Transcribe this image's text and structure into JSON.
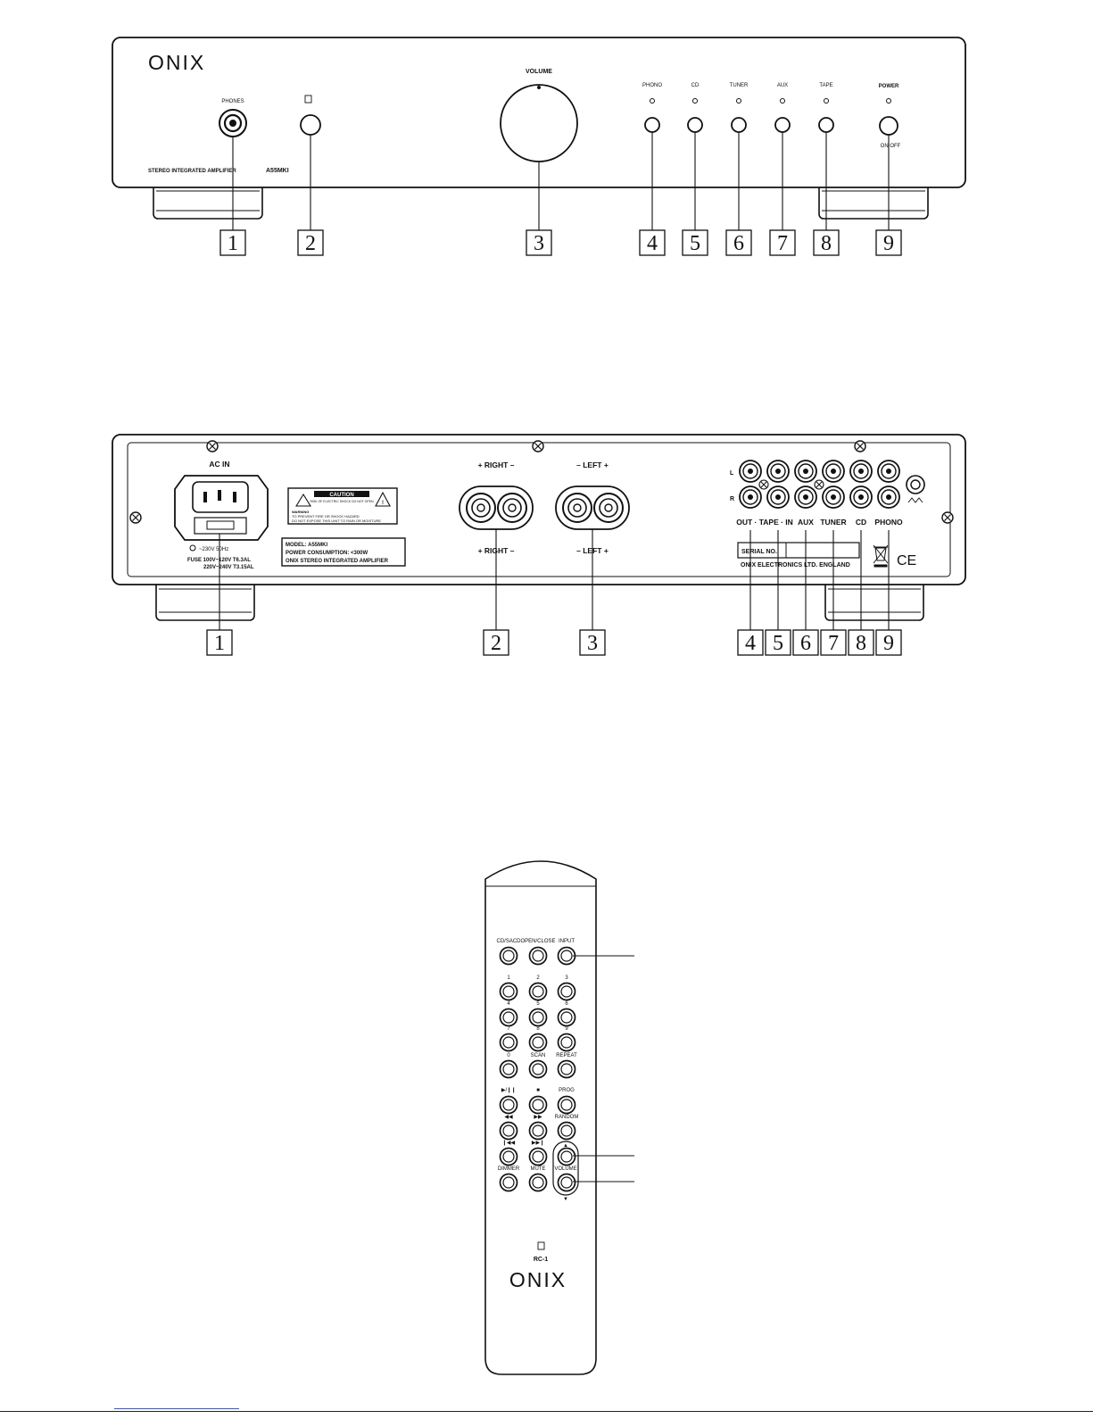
{
  "front_panel": {
    "brand": "ONIX",
    "model_line": "STEREO INTEGRATED AMPLIFIER",
    "model": "A55MKI",
    "phones_label": "PHONES",
    "volume_label": "VOLUME",
    "inputs": [
      "PHONO",
      "CD",
      "TUNER",
      "AUX",
      "TAPE"
    ],
    "power_label": "POWER",
    "power_states": "ON  OFF",
    "callouts": [
      "1",
      "2",
      "3",
      "4",
      "5",
      "6",
      "7",
      "8",
      "9"
    ]
  },
  "rear_panel": {
    "ac_in_label": "AC IN",
    "voltage_label": "~230V 50Hz",
    "fuse_line1": "FUSE 100V~120V T6.3AL",
    "fuse_line2": "220V~240V T3.15AL",
    "caution_title": "CAUTION",
    "caution_sub": "RISK OF ELECTRIC SHOCK DO NOT OPEN",
    "warning_title": "WARNING",
    "warning_line1": "TO PREVENT FIRE OR SHOCK HAZARD",
    "warning_line2": "DO NOT EXPOSE THIS UNIT TO RAIN OR MOISTURE",
    "model_line": "MODEL: A55MKI",
    "power_consumption": "POWER CONSUMPTION: <300W",
    "product_line": "ONIX STEREO INTEGRATED AMPLIFIER",
    "right_label": "+  RIGHT  –",
    "left_label": "–  LEFT  +",
    "channel_l": "L",
    "channel_r": "R",
    "input_labels": [
      "OUT · TAPE · IN",
      "AUX",
      "TUNER",
      "CD",
      "PHONO"
    ],
    "serial_label": "SERIAL NO.:",
    "maker_line": "ONIX ELECTRONICS LTD. ENGLAND",
    "ce_mark": "CE",
    "callouts": [
      "1",
      "2",
      "3",
      "4",
      "5",
      "6",
      "7",
      "8",
      "9"
    ]
  },
  "remote": {
    "top_row": [
      "CD/SACD",
      "OPEN/CLOSE",
      "INPUT"
    ],
    "digits": [
      "1",
      "2",
      "3",
      "4",
      "5",
      "6",
      "7",
      "8",
      "9",
      "0",
      "SCAN",
      "REPEAT"
    ],
    "transport_row1": [
      "▶/❙❙",
      "■",
      "PROG"
    ],
    "transport_row2": [
      "◀◀",
      "▶▶",
      "RANDOM"
    ],
    "transport_row3": [
      "❙◀◀",
      "▶▶❙",
      ""
    ],
    "bottom_row": [
      "DIMMER",
      "MUTE"
    ],
    "volume_label": "VOLUME",
    "model": "RC-1",
    "brand": "ONIX"
  }
}
